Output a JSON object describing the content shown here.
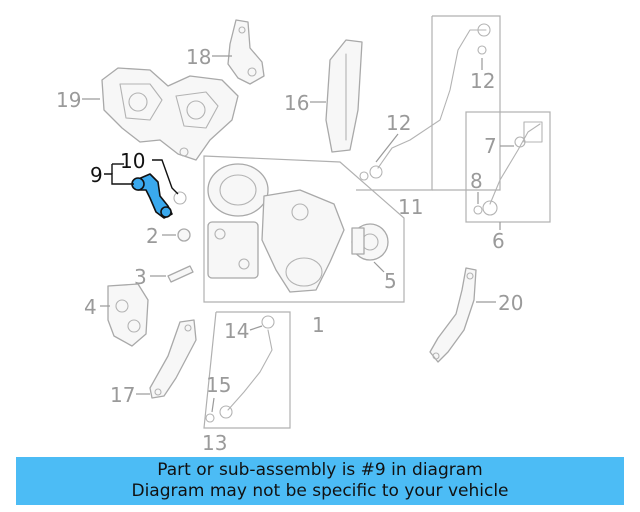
{
  "diagram": {
    "highlight_color": "#4cbcf5",
    "callouts": {
      "c1": "1",
      "c2": "2",
      "c3": "3",
      "c4": "4",
      "c5": "5",
      "c6": "6",
      "c7": "7",
      "c8": "8",
      "c9": "9",
      "c10": "10",
      "c11": "11",
      "c12a": "12",
      "c12b": "12",
      "c13": "13",
      "c14": "14",
      "c15": "15",
      "c16": "16",
      "c17": "17",
      "c18": "18",
      "c19": "19",
      "c20": "20"
    }
  },
  "banner": {
    "line1": "Part or sub-assembly is #9 in diagram",
    "line2": "Diagram may not be specific to your vehicle"
  }
}
